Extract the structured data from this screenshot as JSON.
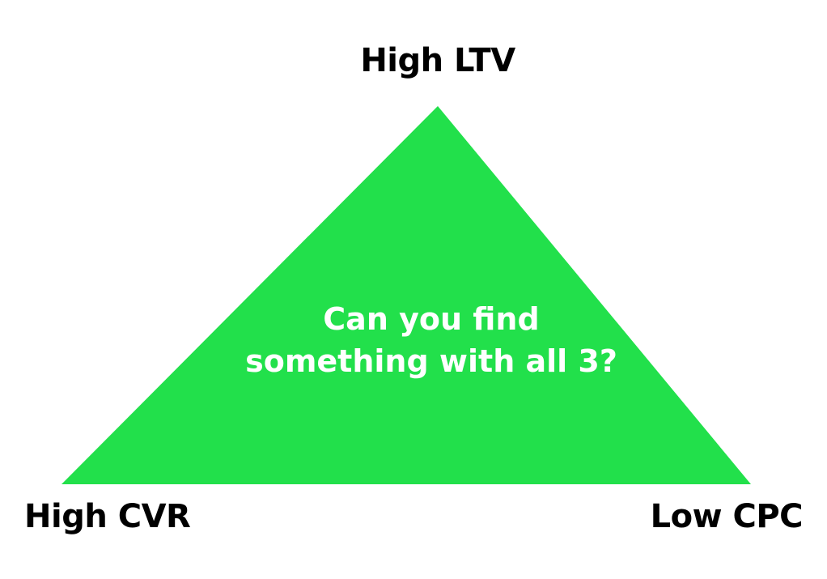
{
  "diagram": {
    "fill_color": "#22e04b",
    "vertices": {
      "top_label": "High LTV",
      "left_label": "High CVR",
      "right_label": "Low CPC"
    },
    "center_text": {
      "line1": "Can you find",
      "line2": "something with all 3?"
    }
  }
}
